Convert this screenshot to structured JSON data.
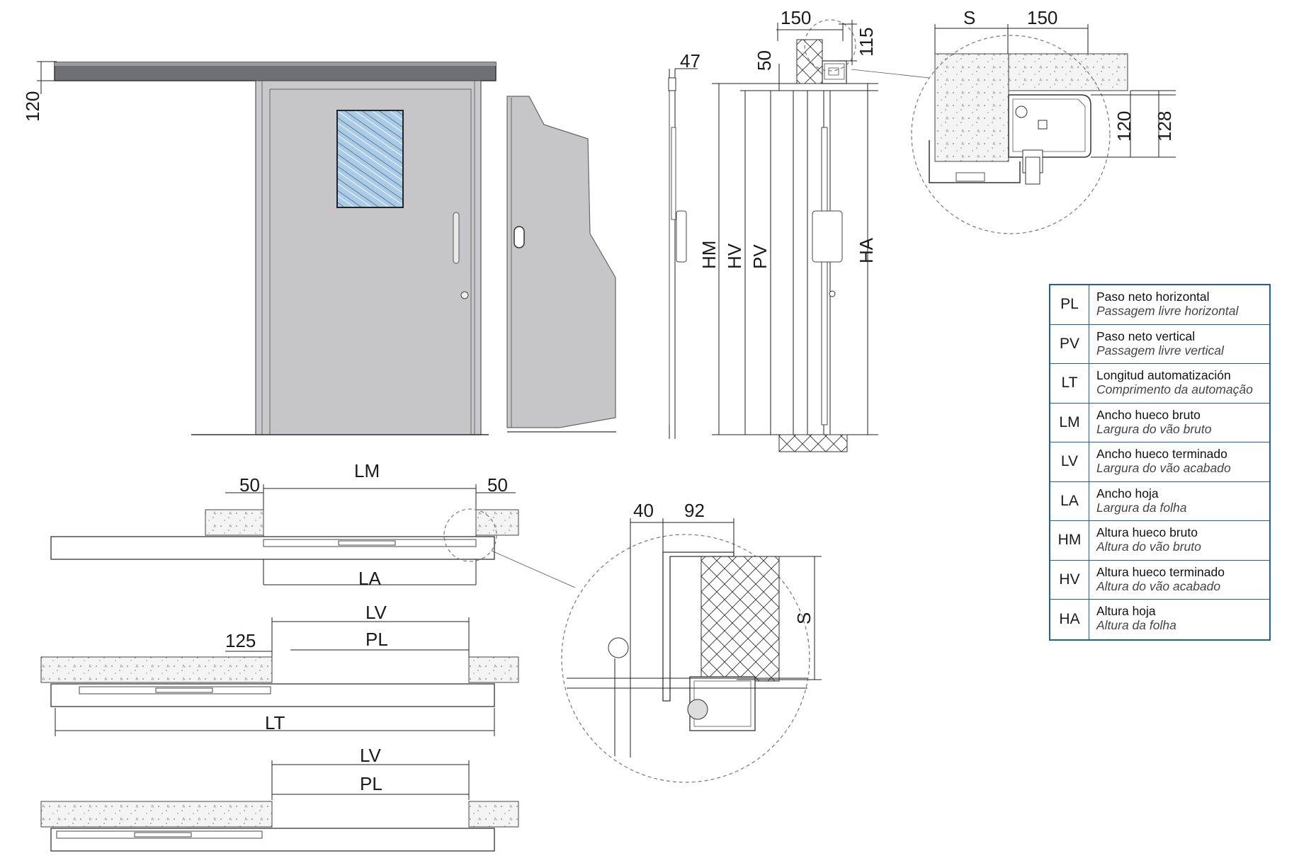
{
  "elevation": {
    "header_height": "120"
  },
  "section": {
    "w_47": "47",
    "w_50": "50",
    "w_150": "150",
    "h_115": "115",
    "HM": "HM",
    "HV": "HV",
    "PV": "PV",
    "HA": "HA"
  },
  "detail_top": {
    "S": "S",
    "w_150": "150",
    "h_120": "120",
    "h_128": "128"
  },
  "plan1": {
    "w_50_left": "50",
    "LM": "LM",
    "w_50_right": "50",
    "LA": "LA"
  },
  "plan2": {
    "LV": "LV",
    "w_125": "125",
    "PL": "PL",
    "LT": "LT"
  },
  "plan3": {
    "LV": "LV",
    "PL": "PL"
  },
  "detail_plan": {
    "w_40": "40",
    "w_92": "92",
    "S": "S"
  },
  "legend": [
    {
      "code": "PL",
      "es": "Paso neto horizontal",
      "pt": "Passagem livre horizontal"
    },
    {
      "code": "PV",
      "es": "Paso neto vertical",
      "pt": "Passagem livre vertical"
    },
    {
      "code": "LT",
      "es": "Longitud automatización",
      "pt": "Comprimento da automação"
    },
    {
      "code": "LM",
      "es": "Ancho hueco bruto",
      "pt": "Largura do vão bruto"
    },
    {
      "code": "LV",
      "es": "Ancho hueco terminado",
      "pt": "Largura do vão acabado"
    },
    {
      "code": "LA",
      "es": "Ancho hoja",
      "pt": "Largura da folha"
    },
    {
      "code": "HM",
      "es": "Altura hueco bruto",
      "pt": "Altura do vão bruto"
    },
    {
      "code": "HV",
      "es": "Altura hueco terminado",
      "pt": "Altura do vão acabado"
    },
    {
      "code": "HA",
      "es": "Altura hoja",
      "pt": "Altura da folha"
    }
  ],
  "colors": {
    "legend_border": "#1e5f9e",
    "door_fill": "#c9c9cb",
    "glass": "#a9cbe6",
    "header_bar": "#6f7076"
  }
}
